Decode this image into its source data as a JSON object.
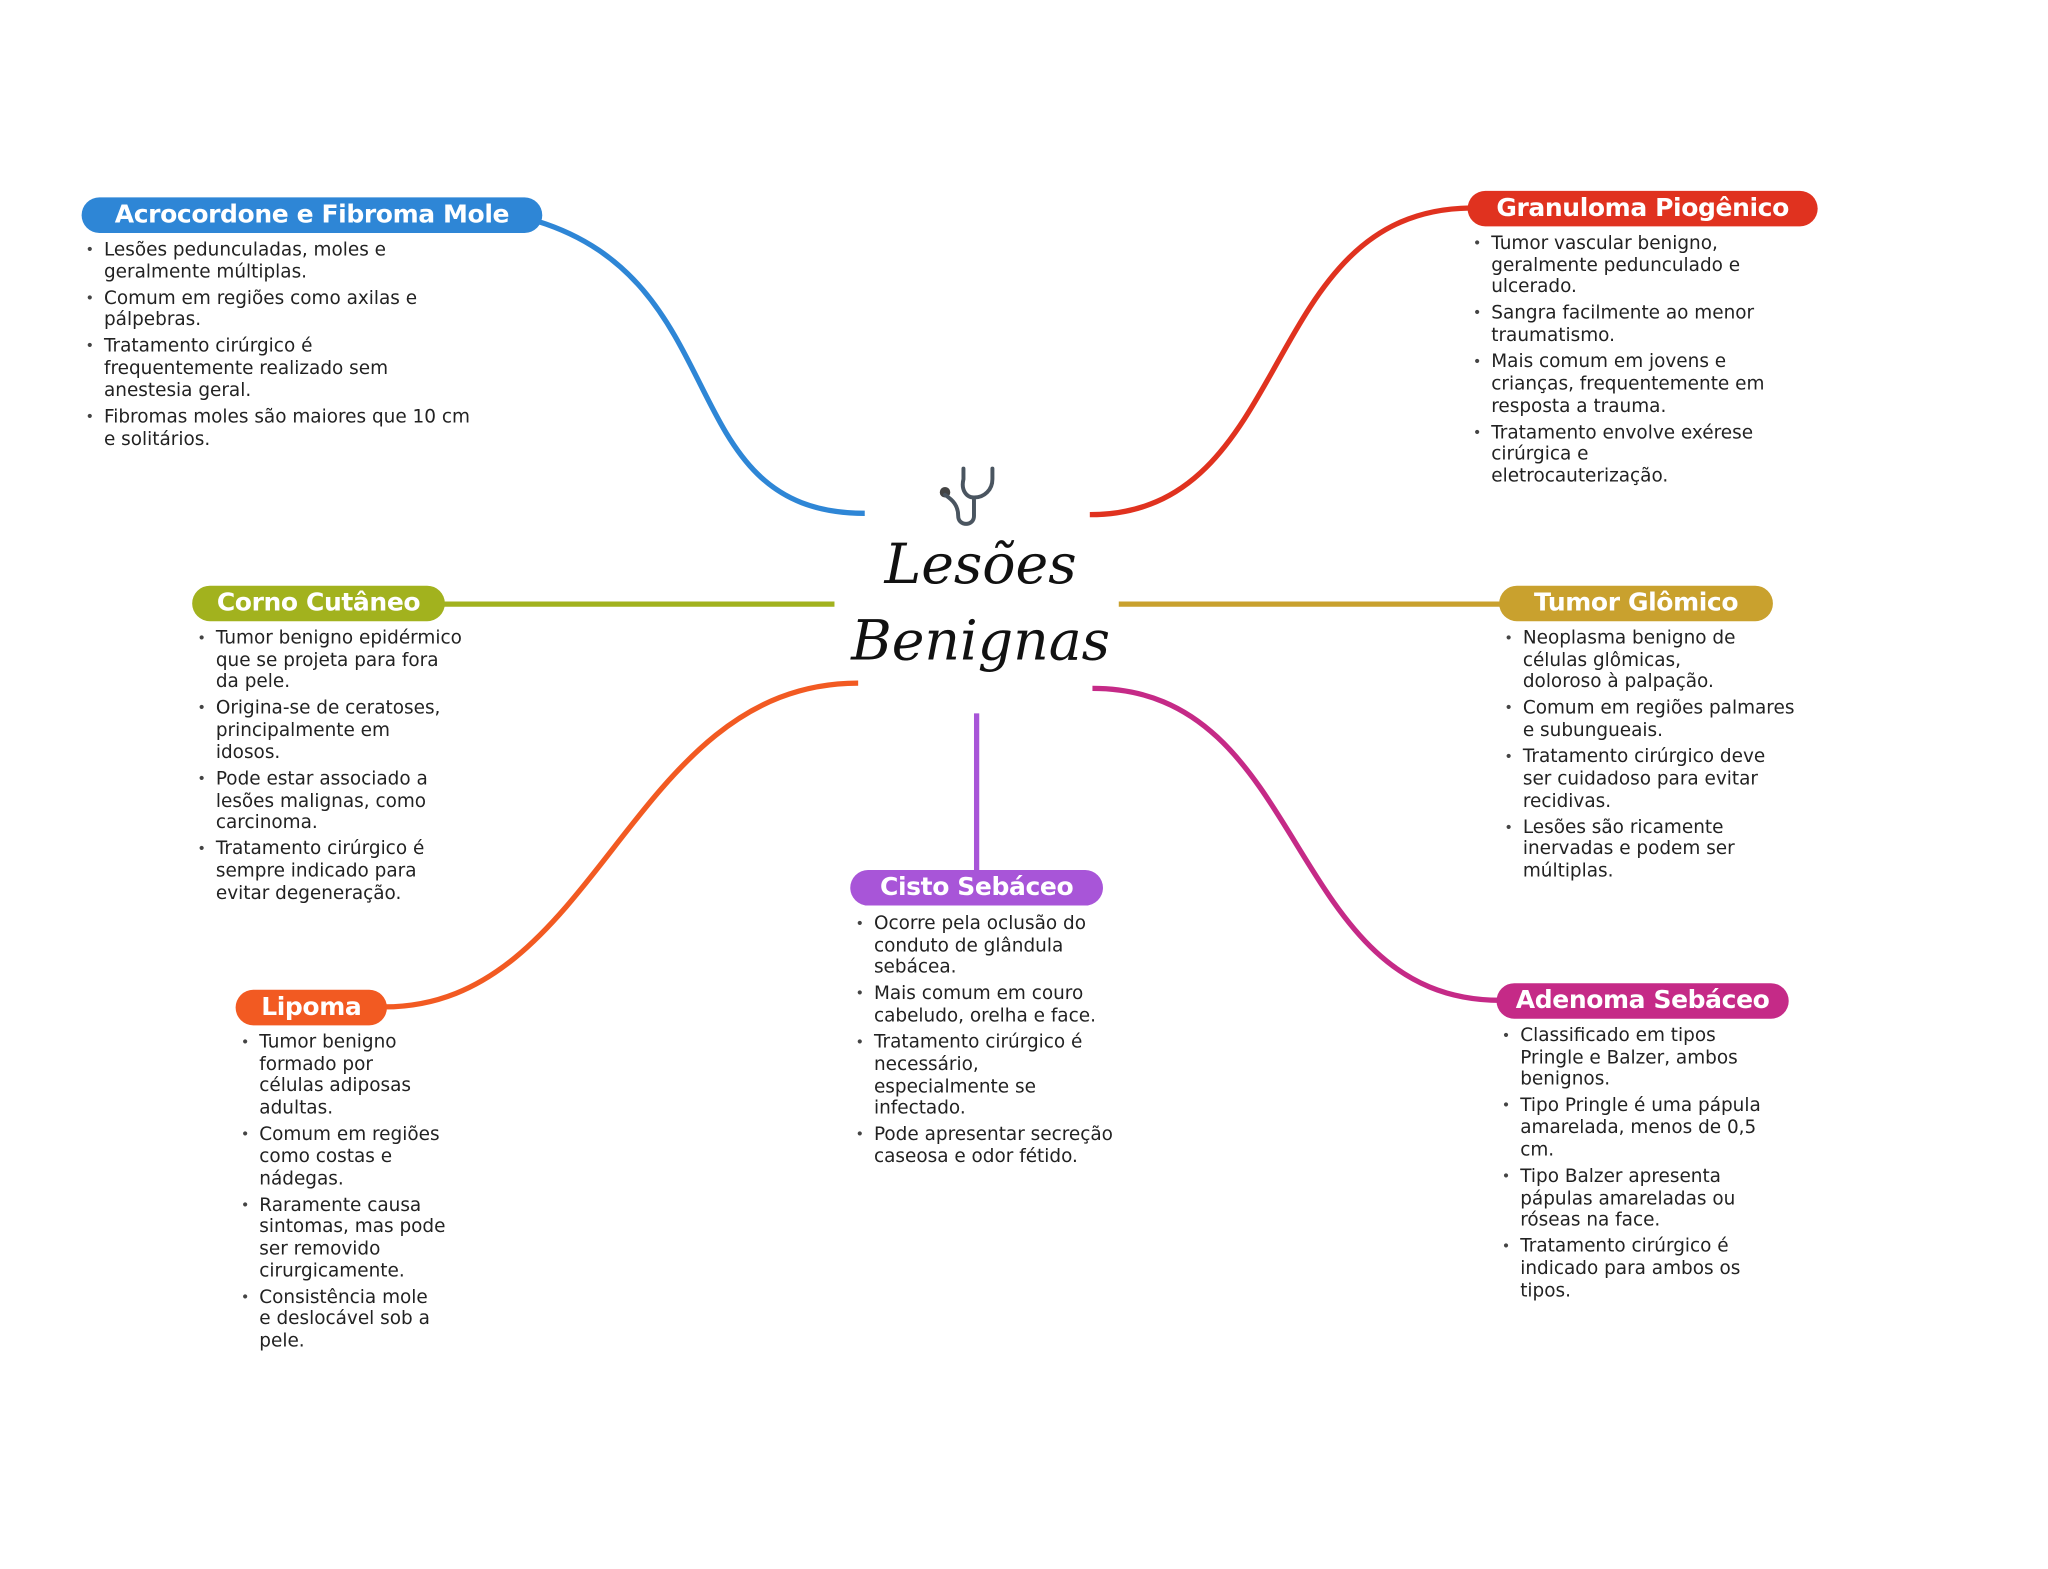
{
  "center": {
    "title_line1": "Lesões",
    "title_line2": "Benignas",
    "icon": "stethoscope-icon"
  },
  "topics": [
    {
      "id": "acrocordone",
      "label": "Acrocordone e Fibroma Mole",
      "color": "#2e86d6",
      "items": [
        "Lesões pedunculadas, moles e\ngeralmente múltiplas.",
        "Comum em regiões como axilas e\npálpebras.",
        "Tratamento cirúrgico é\nfrequentemente realizado sem\nanestesia geral.",
        "Fibromas moles são maiores que 10 cm\ne solitários."
      ]
    },
    {
      "id": "granuloma",
      "label": "Granuloma Piogênico",
      "color": "#e0321f",
      "items": [
        "Tumor vascular benigno,\ngeralmente pedunculado e\nulcerado.",
        "Sangra facilmente ao menor\ntraumatismo.",
        "Mais comum em jovens e\ncrianças, frequentemente em\nresposta a trauma.",
        "Tratamento envolve exérese\ncirúrgica e\neletrocauterização."
      ]
    },
    {
      "id": "corno",
      "label": "Corno Cutâneo",
      "color": "#a2b21e",
      "items": [
        "Tumor benigno epidérmico\nque se projeta para fora\nda pele.",
        "Origina-se de ceratoses,\nprincipalmente em\nidosos.",
        "Pode estar associado a\nlesões malignas, como\ncarcinoma.",
        "Tratamento cirúrgico é\nsempre indicado para\nevitar degeneração."
      ]
    },
    {
      "id": "glomico",
      "label": "Tumor Glômico",
      "color": "#c9a12e",
      "items": [
        "Neoplasma benigno de\ncélulas glômicas,\ndoloroso à palpação.",
        "Comum em regiões palmares\ne subungueais.",
        "Tratamento cirúrgico deve\nser cuidadoso para evitar\nrecidivas.",
        "Lesões são ricamente\ninervadas e podem ser\nmúltiplas."
      ]
    },
    {
      "id": "lipoma",
      "label": "Lipoma",
      "color": "#f25a22",
      "items": [
        "Tumor benigno\nformado por\ncélulas adiposas\nadultas.",
        "Comum em regiões\ncomo costas e\nnádegas.",
        "Raramente causa\nsintomas, mas pode\nser removido\ncirurgicamente.",
        "Consistência mole\ne deslocável sob a\npele."
      ]
    },
    {
      "id": "cisto",
      "label": "Cisto Sebáceo",
      "color": "#a855d8",
      "items": [
        "Ocorre pela oclusão do\nconduto de glândula\nsebácea.",
        "Mais comum em couro\ncabeludo, orelha e face.",
        "Tratamento cirúrgico é\nnecessário,\nespecialmente se\ninfectado.",
        "Pode apresentar secreção\ncaseosa e odor fétido."
      ]
    },
    {
      "id": "adenoma",
      "label": "Adenoma Sebáceo",
      "color": "#c52a87",
      "items": [
        "Classificado em tipos\nPringle e Balzer, ambos\nbenignos.",
        "Tipo Pringle é uma pápula\namarelada, menos de 0,5\ncm.",
        "Tipo Balzer apresenta\npápulas amareladas ou\nróseas na face.",
        "Tratamento cirúrgico é\nindicado para ambos os\ntipos."
      ]
    }
  ]
}
